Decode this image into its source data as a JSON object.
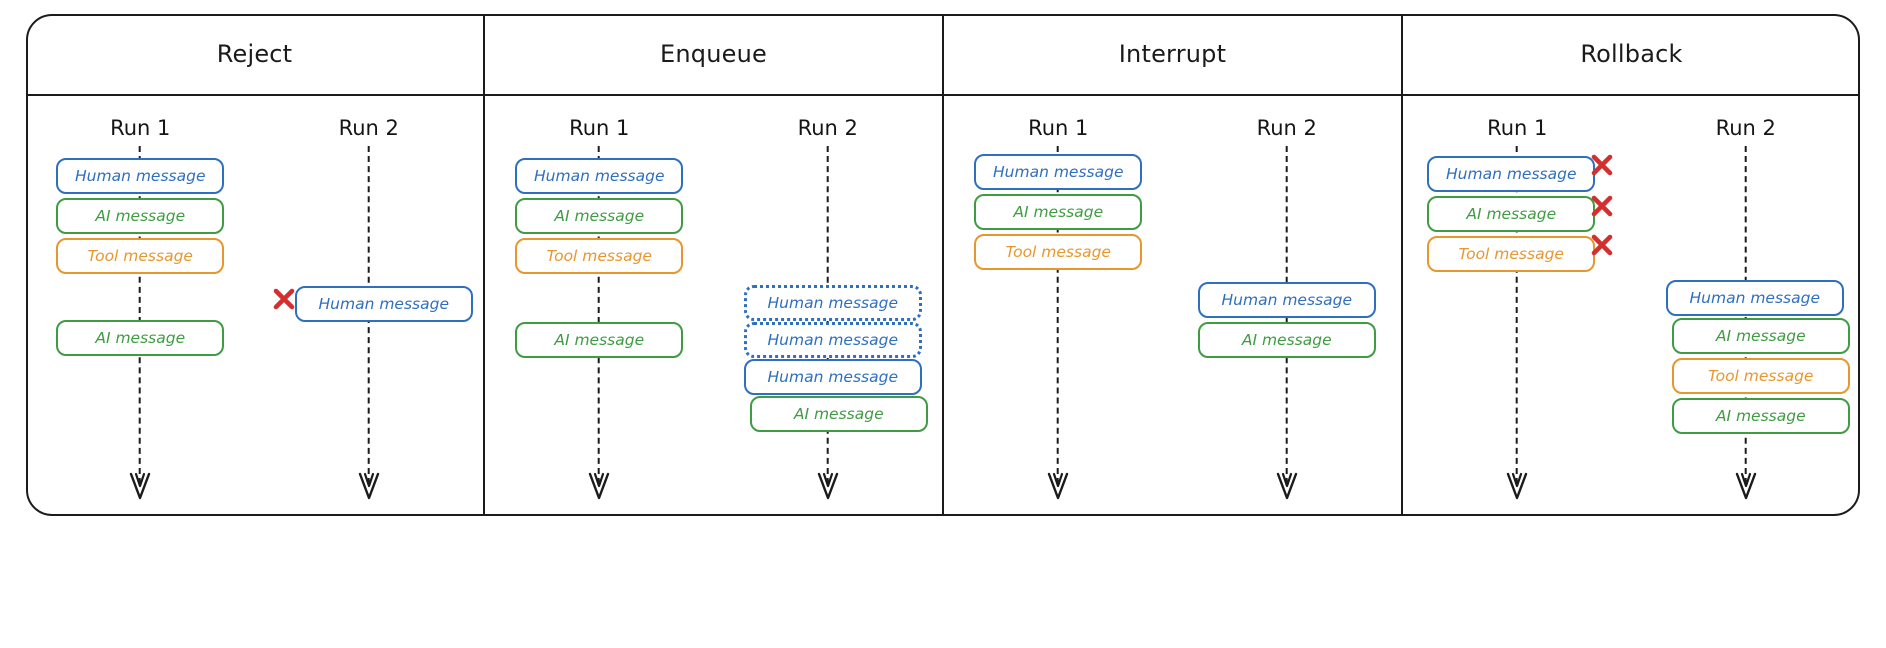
{
  "diagram": {
    "title_row": [
      "Reject",
      "Enqueue",
      "Interrupt",
      "Rollback"
    ],
    "colors": {
      "human": "#2f6fc0",
      "ai": "#3f9c42",
      "tool": "#e8962e",
      "x_mark": "#d32f2f",
      "frame": "#1b1b1b",
      "background": "#ffffff"
    },
    "labels": {
      "run1": "Run 1",
      "run2": "Run 2",
      "human_message": "Human message",
      "ai_message": "AI message",
      "tool_message": "Tool message"
    },
    "panels": [
      {
        "id": "reject",
        "title": "Reject",
        "runs": [
          {
            "id": "reject-run1",
            "label": "Run 1",
            "messages": [
              {
                "type": "human",
                "text": "Human message",
                "style": "solid"
              },
              {
                "type": "ai",
                "text": "AI message",
                "style": "solid"
              },
              {
                "type": "tool",
                "text": "Tool message",
                "style": "solid"
              },
              {
                "type": "gap",
                "text": "",
                "style": "none"
              },
              {
                "type": "ai",
                "text": "AI message",
                "style": "solid"
              }
            ]
          },
          {
            "id": "reject-run2",
            "label": "Run 2",
            "messages": [
              {
                "type": "gap",
                "text": "",
                "style": "none"
              },
              {
                "type": "gap",
                "text": "",
                "style": "none"
              },
              {
                "type": "gap",
                "text": "",
                "style": "none"
              },
              {
                "type": "human",
                "text": "Human message",
                "style": "solid",
                "rejected": true
              }
            ]
          }
        ]
      },
      {
        "id": "enqueue",
        "title": "Enqueue",
        "runs": [
          {
            "id": "enqueue-run1",
            "label": "Run 1",
            "messages": [
              {
                "type": "human",
                "text": "Human message",
                "style": "solid"
              },
              {
                "type": "ai",
                "text": "AI message",
                "style": "solid"
              },
              {
                "type": "tool",
                "text": "Tool message",
                "style": "solid"
              },
              {
                "type": "gap",
                "text": "",
                "style": "none"
              },
              {
                "type": "ai",
                "text": "AI message",
                "style": "solid"
              }
            ]
          },
          {
            "id": "enqueue-run2",
            "label": "Run 2",
            "messages": [
              {
                "type": "gap",
                "text": "",
                "style": "none"
              },
              {
                "type": "gap",
                "text": "",
                "style": "none"
              },
              {
                "type": "human",
                "text": "Human message",
                "style": "dotted"
              },
              {
                "type": "human",
                "text": "Human message",
                "style": "dotted"
              },
              {
                "type": "human",
                "text": "Human message",
                "style": "solid"
              },
              {
                "type": "ai",
                "text": "AI message",
                "style": "solid"
              }
            ]
          }
        ]
      },
      {
        "id": "interrupt",
        "title": "Interrupt",
        "runs": [
          {
            "id": "interrupt-run1",
            "label": "Run 1",
            "messages": [
              {
                "type": "human",
                "text": "Human message",
                "style": "solid"
              },
              {
                "type": "ai",
                "text": "AI message",
                "style": "solid"
              },
              {
                "type": "tool",
                "text": "Tool message",
                "style": "solid"
              }
            ]
          },
          {
            "id": "interrupt-run2",
            "label": "Run 2",
            "messages": [
              {
                "type": "gap",
                "text": "",
                "style": "none"
              },
              {
                "type": "gap",
                "text": "",
                "style": "none"
              },
              {
                "type": "gap",
                "text": "",
                "style": "none"
              },
              {
                "type": "human",
                "text": "Human message",
                "style": "solid"
              },
              {
                "type": "ai",
                "text": "AI message",
                "style": "solid"
              }
            ]
          }
        ]
      },
      {
        "id": "rollback",
        "title": "Rollback",
        "runs": [
          {
            "id": "rollback-run1",
            "label": "Run 1",
            "messages": [
              {
                "type": "human",
                "text": "Human message",
                "style": "solid",
                "rolled_back": true
              },
              {
                "type": "ai",
                "text": "AI message",
                "style": "solid",
                "rolled_back": true
              },
              {
                "type": "tool",
                "text": "Tool message",
                "style": "solid",
                "rolled_back": true
              }
            ]
          },
          {
            "id": "rollback-run2",
            "label": "Run 2",
            "messages": [
              {
                "type": "gap",
                "text": "",
                "style": "none"
              },
              {
                "type": "gap",
                "text": "",
                "style": "none"
              },
              {
                "type": "gap",
                "text": "",
                "style": "none"
              },
              {
                "type": "human",
                "text": "Human message",
                "style": "solid"
              },
              {
                "type": "ai",
                "text": "AI message",
                "style": "solid"
              },
              {
                "type": "tool",
                "text": "Tool message",
                "style": "solid"
              },
              {
                "type": "ai",
                "text": "AI message",
                "style": "solid"
              }
            ]
          }
        ]
      }
    ]
  }
}
